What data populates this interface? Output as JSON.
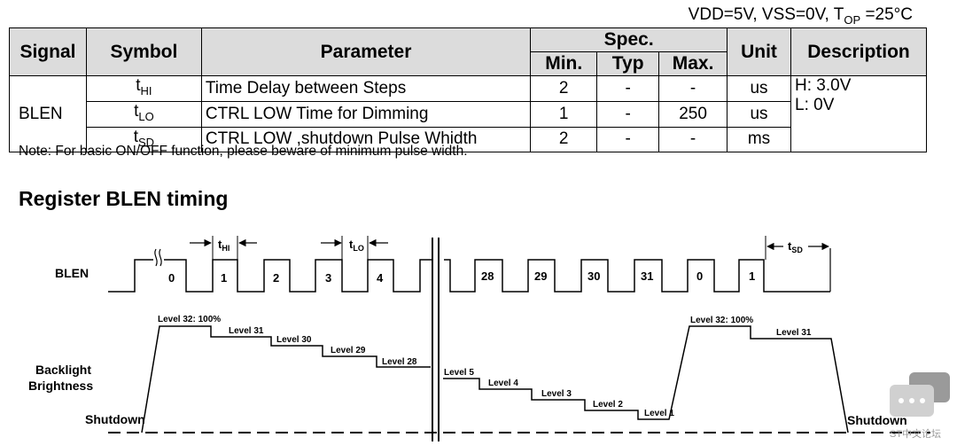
{
  "conditions": {
    "text": "VDD=5V, VSS=0V, T",
    "sub": "OP",
    "tail": " =25°C"
  },
  "table": {
    "headers": {
      "signal": "Signal",
      "symbol": "Symbol",
      "parameter": "Parameter",
      "spec": "Spec.",
      "unit": "Unit",
      "description": "Description",
      "min": "Min.",
      "typ": "Typ",
      "max": "Max."
    },
    "signal": "BLEN",
    "rows": [
      {
        "sym": "t",
        "sym_sub": "HI",
        "param": "Time Delay between Steps",
        "min": "2",
        "typ": "-",
        "max": "-",
        "unit": "us"
      },
      {
        "sym": "t",
        "sym_sub": "LO",
        "param": "CTRL LOW Time for Dimming",
        "min": "1",
        "typ": "-",
        "max": "250",
        "unit": "us"
      },
      {
        "sym": "t",
        "sym_sub": "SD",
        "param": "CTRL LOW ,shutdown Pulse Whidth",
        "min": "2",
        "typ": "-",
        "max": "-",
        "unit": "ms"
      }
    ],
    "desc_line1": "H: 3.0V",
    "desc_line2": "L: 0V"
  },
  "note": "Note: For basic ON/OFF function, please beware of minimum pulse width.",
  "section_title": "Register BLEN timing",
  "diagram": {
    "blen_label": "BLEN",
    "brightness_label_1": "Backlight",
    "brightness_label_2": "Brightness",
    "shutdown_left": "Shutdown",
    "shutdown_right": "Shutdown",
    "pulses_left": [
      "0",
      "1",
      "2",
      "3",
      "4"
    ],
    "pulses_right": [
      "28",
      "29",
      "30",
      "31",
      "0",
      "1"
    ],
    "t_hi": {
      "t": "t",
      "sub": "HI"
    },
    "t_lo": {
      "t": "t",
      "sub": "LO"
    },
    "t_sd": {
      "t": "t",
      "sub": "SD"
    },
    "levels_left": [
      "Level 32: 100%",
      "Level 31",
      "Level 30",
      "Level 29",
      "Level 28"
    ],
    "levels_right": [
      "Level 5",
      "Level 4",
      "Level 3",
      "Level 2",
      "Level 1"
    ],
    "levels_end": [
      "Level 32: 100%",
      "Level 31"
    ]
  },
  "watermark": "ST中文论坛"
}
